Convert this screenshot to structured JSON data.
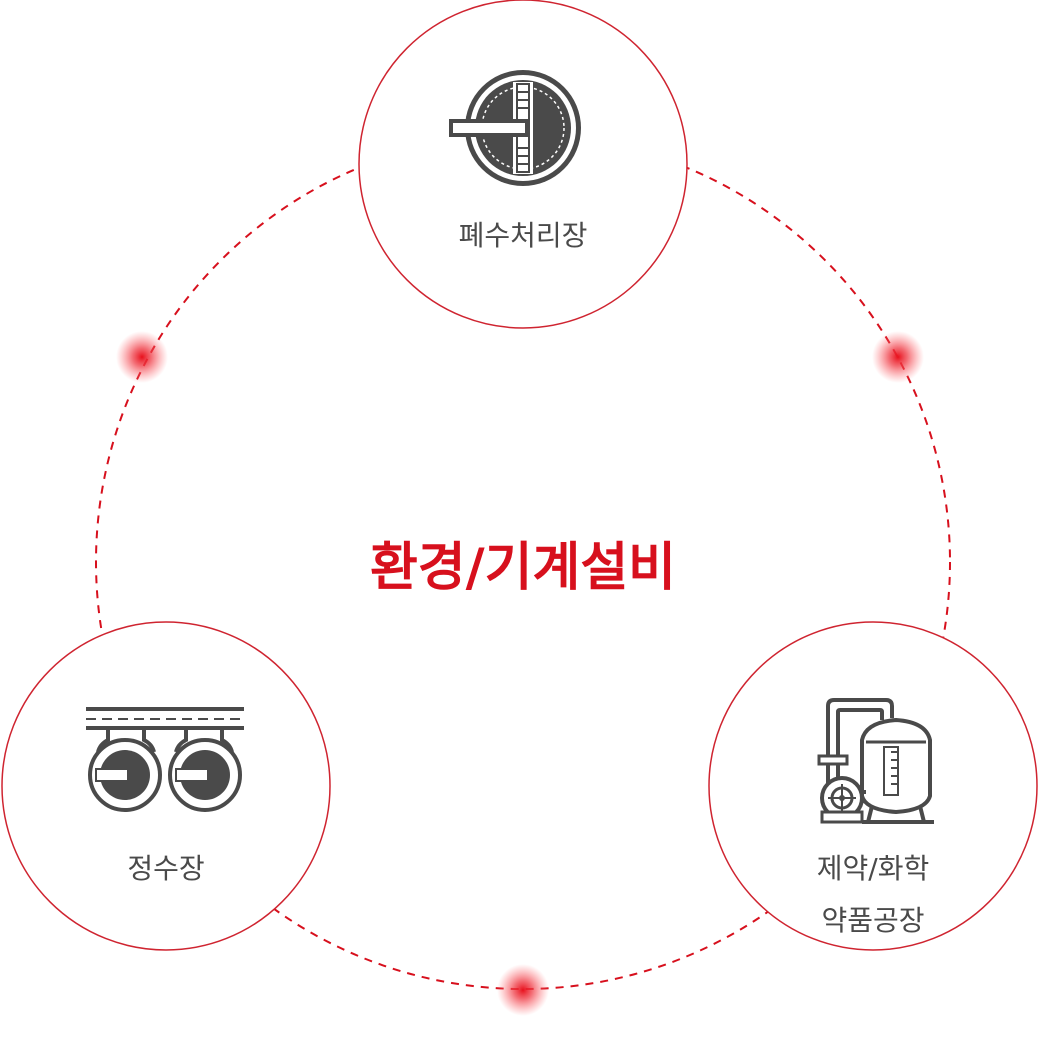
{
  "center": {
    "title": "환경/기계설비",
    "color": "#d7101d"
  },
  "nodes": [
    {
      "id": "wastewater",
      "label_lines": [
        "폐수처리장"
      ],
      "icon": "clarifier-tank-icon"
    },
    {
      "id": "water-purification",
      "label_lines": [
        "정수장"
      ],
      "icon": "twin-pump-pipeline-icon"
    },
    {
      "id": "pharma",
      "label_lines": [
        "제약/화학",
        "약품공장"
      ],
      "icon": "chemical-reactor-pump-icon"
    }
  ],
  "colors": {
    "accent": "#d7101d",
    "ring": "#cf2430",
    "icon": "#4a4a4a",
    "label": "#4a4a4a"
  }
}
